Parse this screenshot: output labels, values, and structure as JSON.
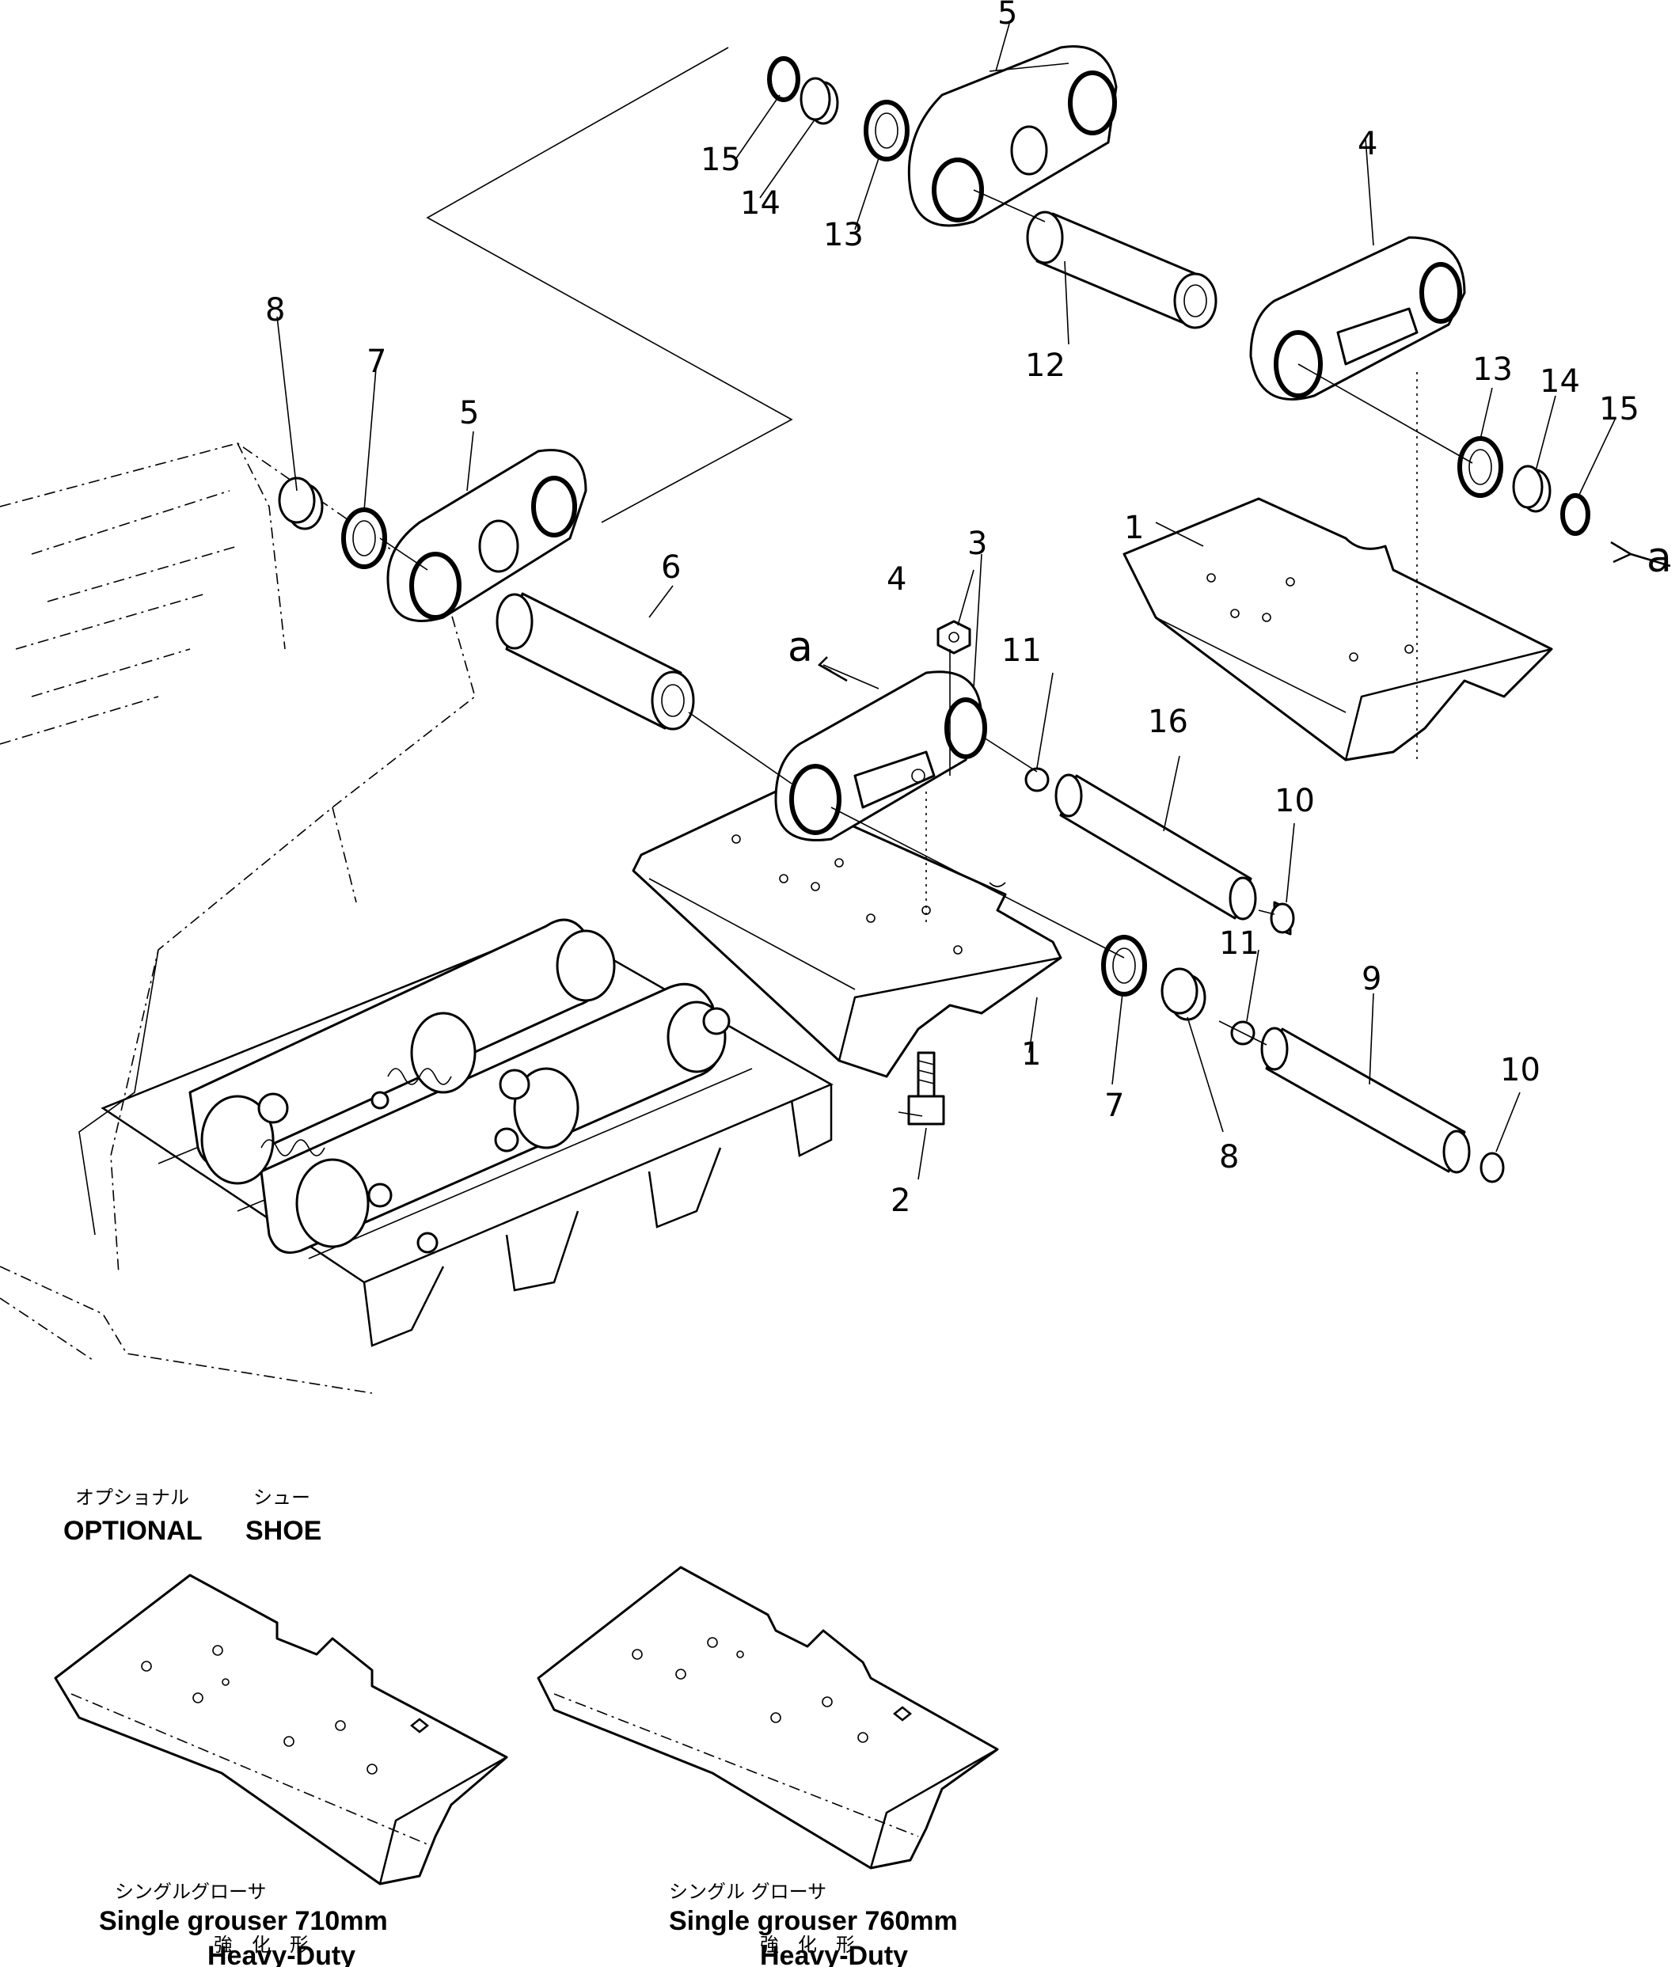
{
  "callouts": {
    "c1a": "1",
    "c1b": "1",
    "c2": "2",
    "c3": "3",
    "c4a": "4",
    "c4b": "4",
    "c5a": "5",
    "c5b": "5",
    "c6": "6",
    "c7a": "7",
    "c7b": "7",
    "c8a": "8",
    "c8b": "8",
    "c9": "9",
    "c10a": "10",
    "c10b": "10",
    "c11a": "11",
    "c11b": "11",
    "c12": "12",
    "c13a": "13",
    "c13b": "13",
    "c14a": "14",
    "c14b": "14",
    "c15a": "15",
    "c15b": "15",
    "c16": "16",
    "ref_a1": "a",
    "ref_a2": "a"
  },
  "optional": {
    "jp1": "オプショナル",
    "jp2": "シュー",
    "en1": "OPTIONAL",
    "en2": "SHOE"
  },
  "shoe_left": {
    "jp": "シングルグローサ",
    "name": "Single grouser 710mm",
    "jp_type": "強　化　形",
    "type": "Heavy-Duty"
  },
  "shoe_right": {
    "jp": "シングル グローサ",
    "name": "Single grouser 760mm",
    "jp_type": "強　化　形",
    "type": "Heavy-Duty"
  }
}
